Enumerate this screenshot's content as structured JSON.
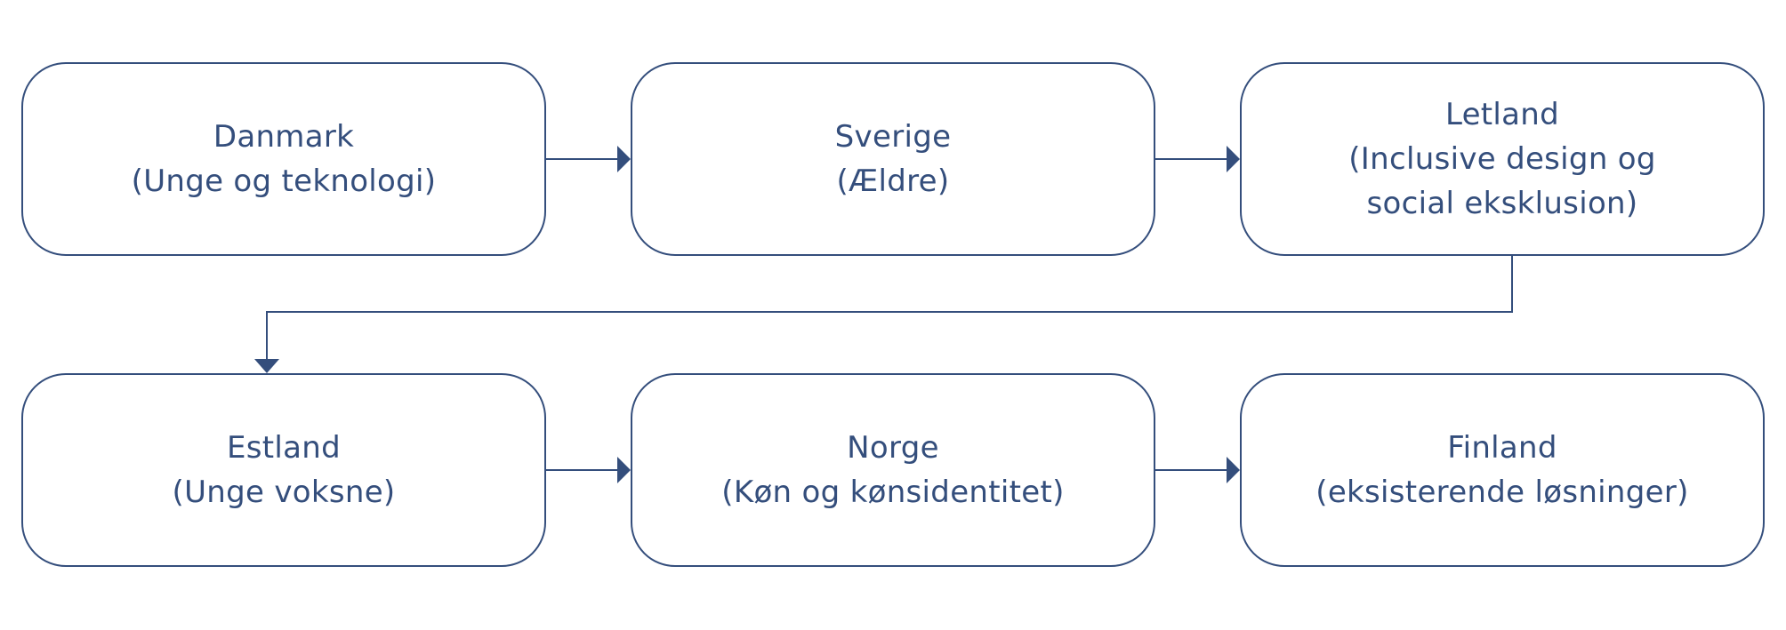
{
  "colors": {
    "stroke": "#344e7c",
    "text": "#344e7c",
    "background": "#ffffff"
  },
  "nodes": [
    {
      "id": "danmark",
      "lines": [
        "Danmark",
        "(Unge og teknologi)"
      ]
    },
    {
      "id": "sverige",
      "lines": [
        "Sverige",
        "(Ældre)"
      ]
    },
    {
      "id": "letland",
      "lines": [
        "Letland",
        "(Inclusive design og",
        "social eksklusion)"
      ]
    },
    {
      "id": "estland",
      "lines": [
        "Estland",
        "(Unge voksne)"
      ]
    },
    {
      "id": "norge",
      "lines": [
        "Norge",
        "(Køn og kønsidentitet)"
      ]
    },
    {
      "id": "finland",
      "lines": [
        "Finland",
        "(eksisterende løsninger)"
      ]
    }
  ],
  "edges": [
    {
      "from": "danmark",
      "to": "sverige"
    },
    {
      "from": "sverige",
      "to": "letland"
    },
    {
      "from": "letland",
      "to": "estland"
    },
    {
      "from": "estland",
      "to": "norge"
    },
    {
      "from": "norge",
      "to": "finland"
    }
  ]
}
